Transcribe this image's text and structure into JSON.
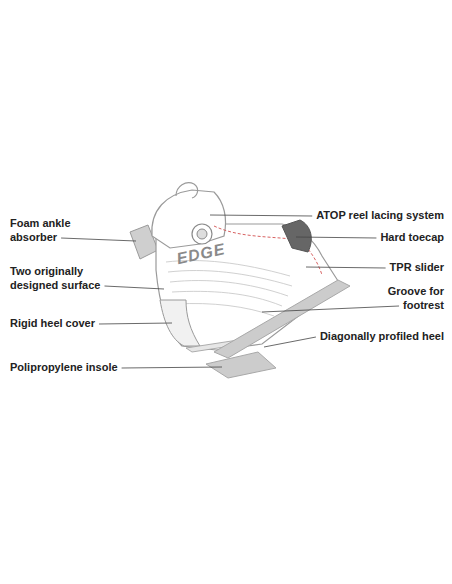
{
  "diagram": {
    "labels": [
      "Foam ankle absorber",
      "Two originally designed surface",
      "Rigid heel cover",
      "Polipropylene insole",
      "ATOP reel lacing system",
      "Hard toecap",
      "TPR slider",
      "Groove for footrest",
      "Diagonally profiled heel",
      "EDGE"
    ]
  }
}
